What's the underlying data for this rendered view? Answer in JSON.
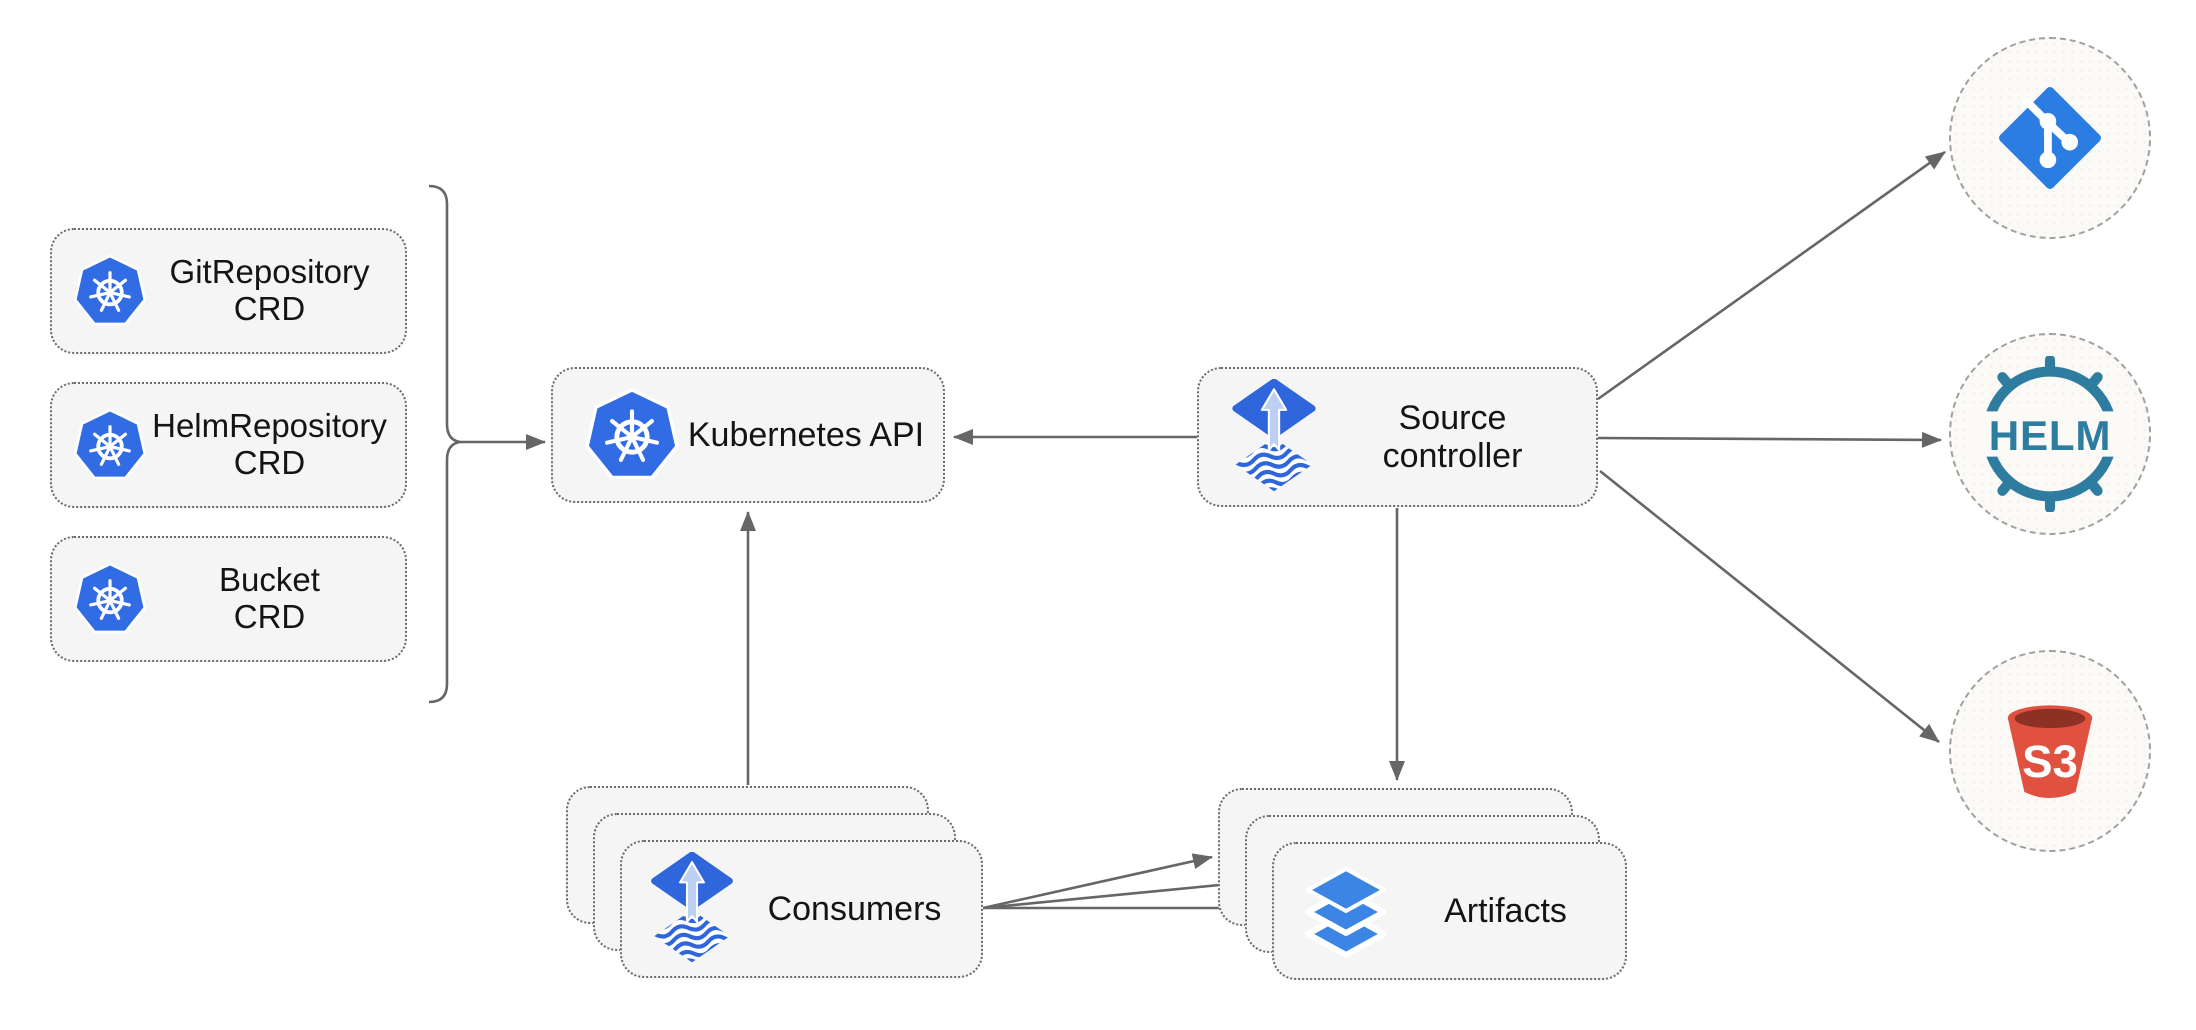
{
  "colors": {
    "box_fill": "#f5f5f5",
    "box_border": "#6b6b6b",
    "node_text": "#141414",
    "arrow": "#666666",
    "circle_fill": "#fbfaf6",
    "circle_border": "#a0a0a0",
    "kubernetes_blue": "#326ce5",
    "flux_blue": "#2f66dc",
    "flux_arrow": "#bdd0f4",
    "artifact_blue": "#3d85e4",
    "git_blue": "#2b7de1",
    "helm_teal": "#2e7da0",
    "s3_red": "#e0523f",
    "s3_dark": "#8c3123"
  },
  "nodes": {
    "git_repository_crd": {
      "label": "GitRepository\nCRD"
    },
    "helm_repository_crd": {
      "label": "HelmRepository\nCRD"
    },
    "bucket_crd": {
      "label": "Bucket\nCRD"
    },
    "kubernetes_api": {
      "label": "Kubernetes API"
    },
    "source_controller": {
      "label": "Source\ncontroller"
    },
    "consumers": {
      "label": "Consumers"
    },
    "artifacts": {
      "label": "Artifacts"
    },
    "helm": {
      "label": "HELM"
    },
    "s3": {
      "label": "S3"
    }
  },
  "edges": [
    {
      "from": "crd-group",
      "to": "kubernetes-api"
    },
    {
      "from": "source-controller",
      "to": "kubernetes-api"
    },
    {
      "from": "consumers",
      "to": "kubernetes-api"
    },
    {
      "from": "source-controller",
      "to": "artifacts"
    },
    {
      "from": "source-controller",
      "to": "git"
    },
    {
      "from": "source-controller",
      "to": "helm"
    },
    {
      "from": "source-controller",
      "to": "s3"
    },
    {
      "from": "consumers",
      "to": "artifacts"
    },
    {
      "from": "consumers",
      "to": "artifacts"
    },
    {
      "from": "consumers",
      "to": "artifacts"
    }
  ]
}
